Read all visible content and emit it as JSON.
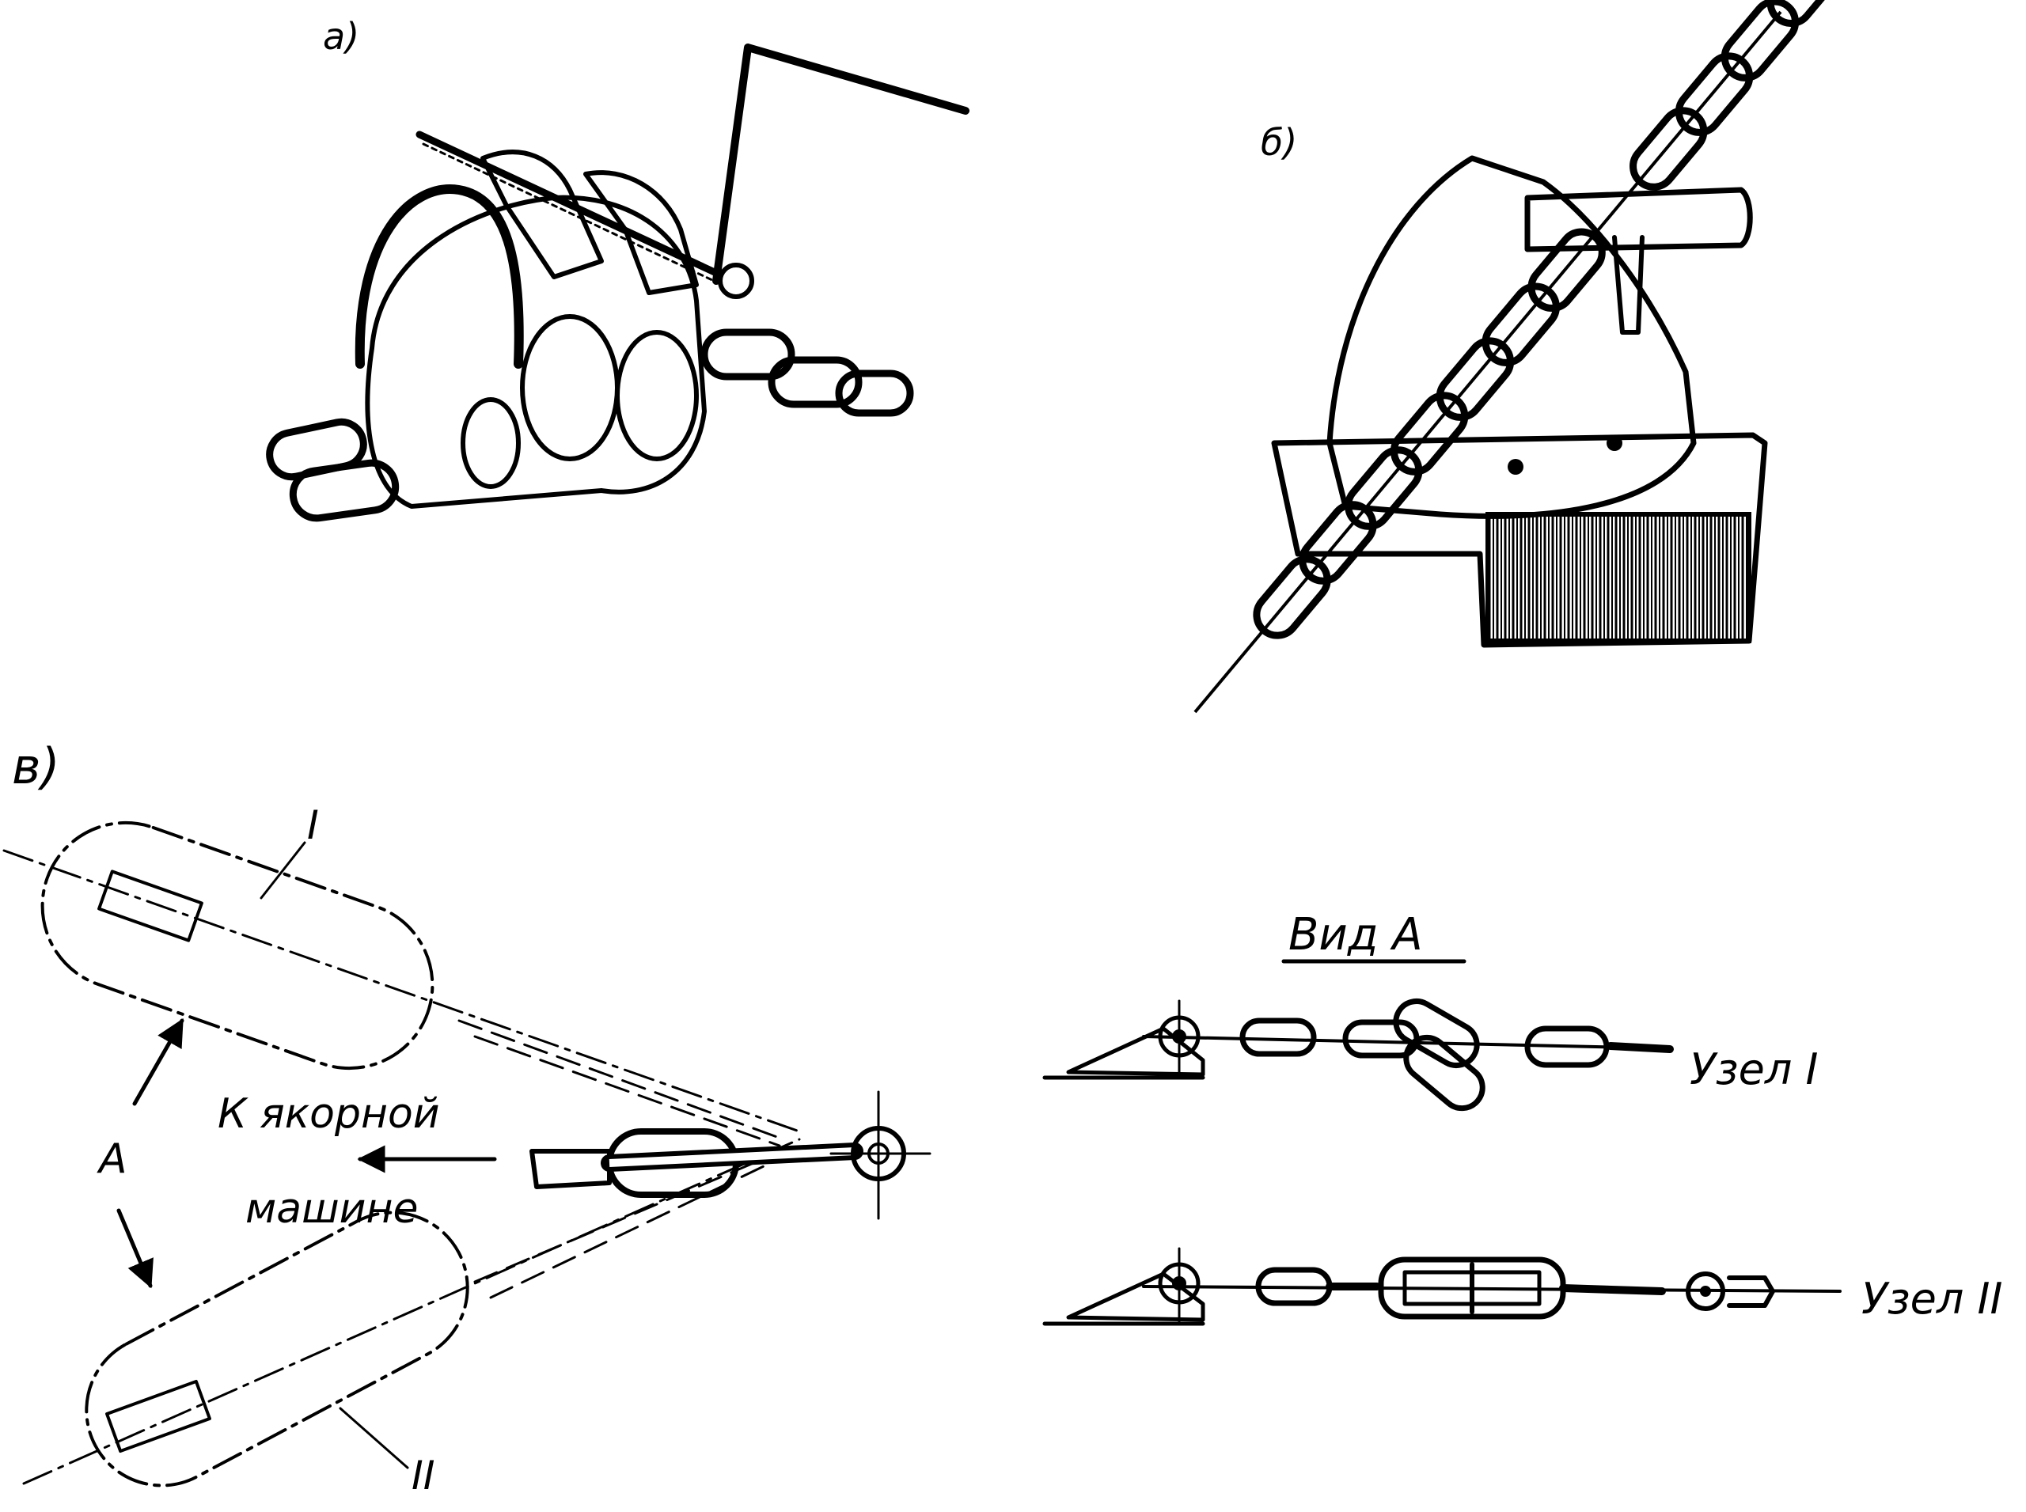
{
  "panels": {
    "a": {
      "label": "а)"
    },
    "b": {
      "label": "б)"
    },
    "v": {
      "label": "в)"
    }
  },
  "diagram": {
    "arrow_text_line1": "К якорной",
    "arrow_text_line2": "машине",
    "view_letter": "А",
    "node_1_roman": "I",
    "node_2_roman": "II",
    "view_title": "Вид  А",
    "node_1_label": "Узел  I",
    "node_2_label": "Узел  II"
  },
  "colors": {
    "ink": "#000000",
    "paper": "#ffffff"
  }
}
